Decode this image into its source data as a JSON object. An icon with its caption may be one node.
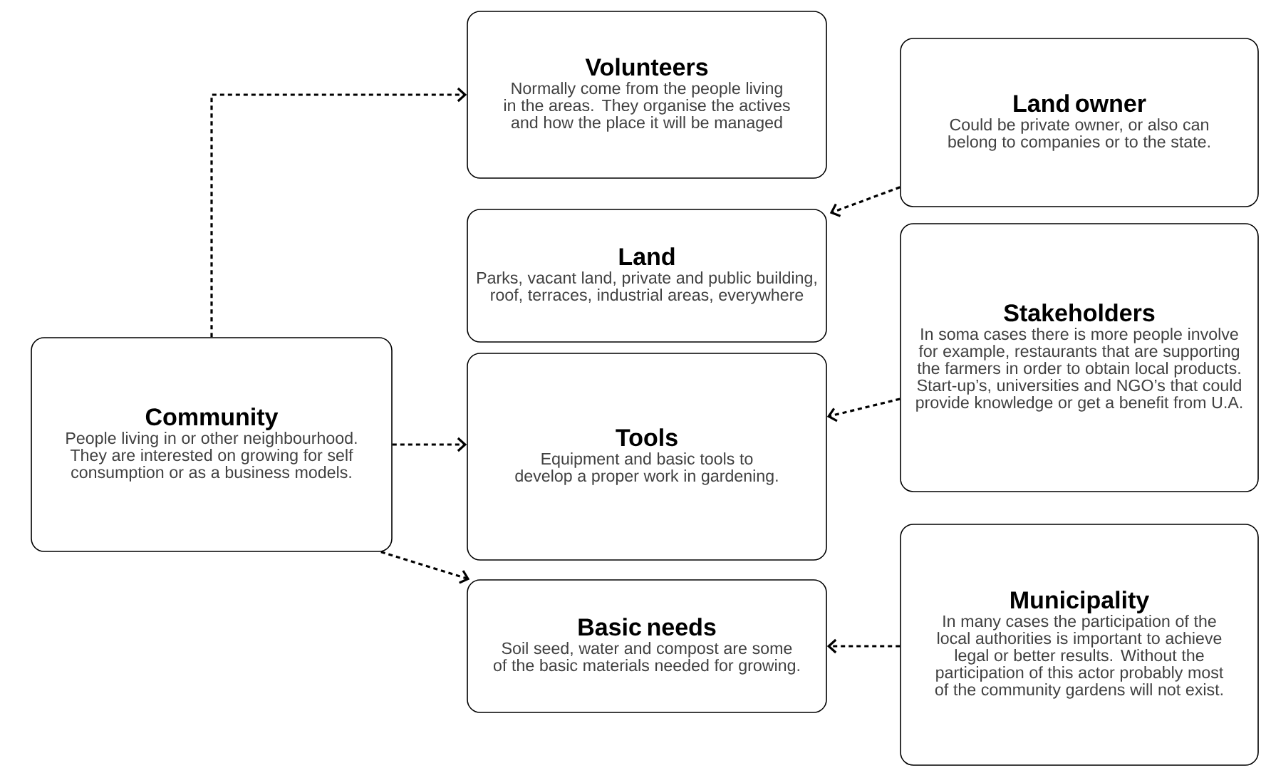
{
  "diagram": {
    "nodes": [
      {
        "text": [
          "Community",
          "People living in or other neighbourhood. They are interested on growing for self consumption  or as a business models."
        ]
      },
      {
        "text": [
          "Volunteers",
          "Normally come from the people living in the areas. They organise the actives and how the place it will be managed"
        ]
      },
      {
        "text": [
          "Land",
          "Parks, vacant land, private and public building, roof, terraces, industrial areas, everywhere"
        ]
      },
      {
        "text": [
          "Tools",
          "Equipment and basic tools to develop a proper work in gardening."
        ]
      },
      {
        "text": [
          "Basic needs",
          "Soil seed, water and compost are some of the basic materials needed for growing."
        ]
      },
      {
        "text": [
          "Land owner",
          "Could be private owner, or also can belong to companies or to the state."
        ]
      },
      {
        "text": [
          "Stakeholders",
          "In soma cases there is more people involve for example, restaurants that are supporting the farmers in order to obtain local products. Start-up’s, universities and NGO’s that could  provide knowledge or get a benefit from U.A."
        ]
      },
      {
        "text": [
          "Municipality",
          "In many cases the participation of the local authorities is important to achieve legal or better results. Without the participation of this actor probably most of the community gardens will not exist."
        ]
      }
    ],
    "edges": [
      {
        "from": 0,
        "to": 1,
        "arrow": "to",
        "style": "dashed"
      },
      {
        "from": 0,
        "to": 3,
        "arrow": "to",
        "style": "dashed"
      },
      {
        "from": 0,
        "to": 4,
        "arrow": "to",
        "style": "dashed"
      },
      {
        "from": 5,
        "to": 2,
        "arrow": "to",
        "style": "dashed"
      },
      {
        "from": 6,
        "to": 3,
        "arrow": "to",
        "style": "dashed"
      },
      {
        "from": 7,
        "to": 4,
        "arrow": "to",
        "style": "dashed"
      }
    ]
  }
}
